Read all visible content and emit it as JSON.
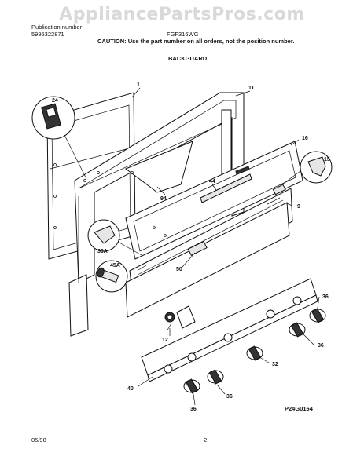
{
  "watermark": "AppliancePartsPros.com",
  "header": {
    "publication_label": "Publication number",
    "publication_number": "5995322871",
    "model": "FGF316WG",
    "caution": "CAUTION:  Use the part number on all orders, not the position number.",
    "section_title": "BACKGUARD"
  },
  "callouts": {
    "c1": "1",
    "c11": "11",
    "c24": "24",
    "c16": "16",
    "c15": "15",
    "c44": "44",
    "c94": "94",
    "c9": "9",
    "c30a": "30A",
    "c45a": "45A",
    "c50": "50",
    "c12": "12",
    "c36a": "36",
    "c36b": "36",
    "c32": "32",
    "c40": "40",
    "c36c": "36",
    "c36d": "36"
  },
  "footer": {
    "date": "05/98",
    "page": "2",
    "figure_code": "P24G0164"
  }
}
